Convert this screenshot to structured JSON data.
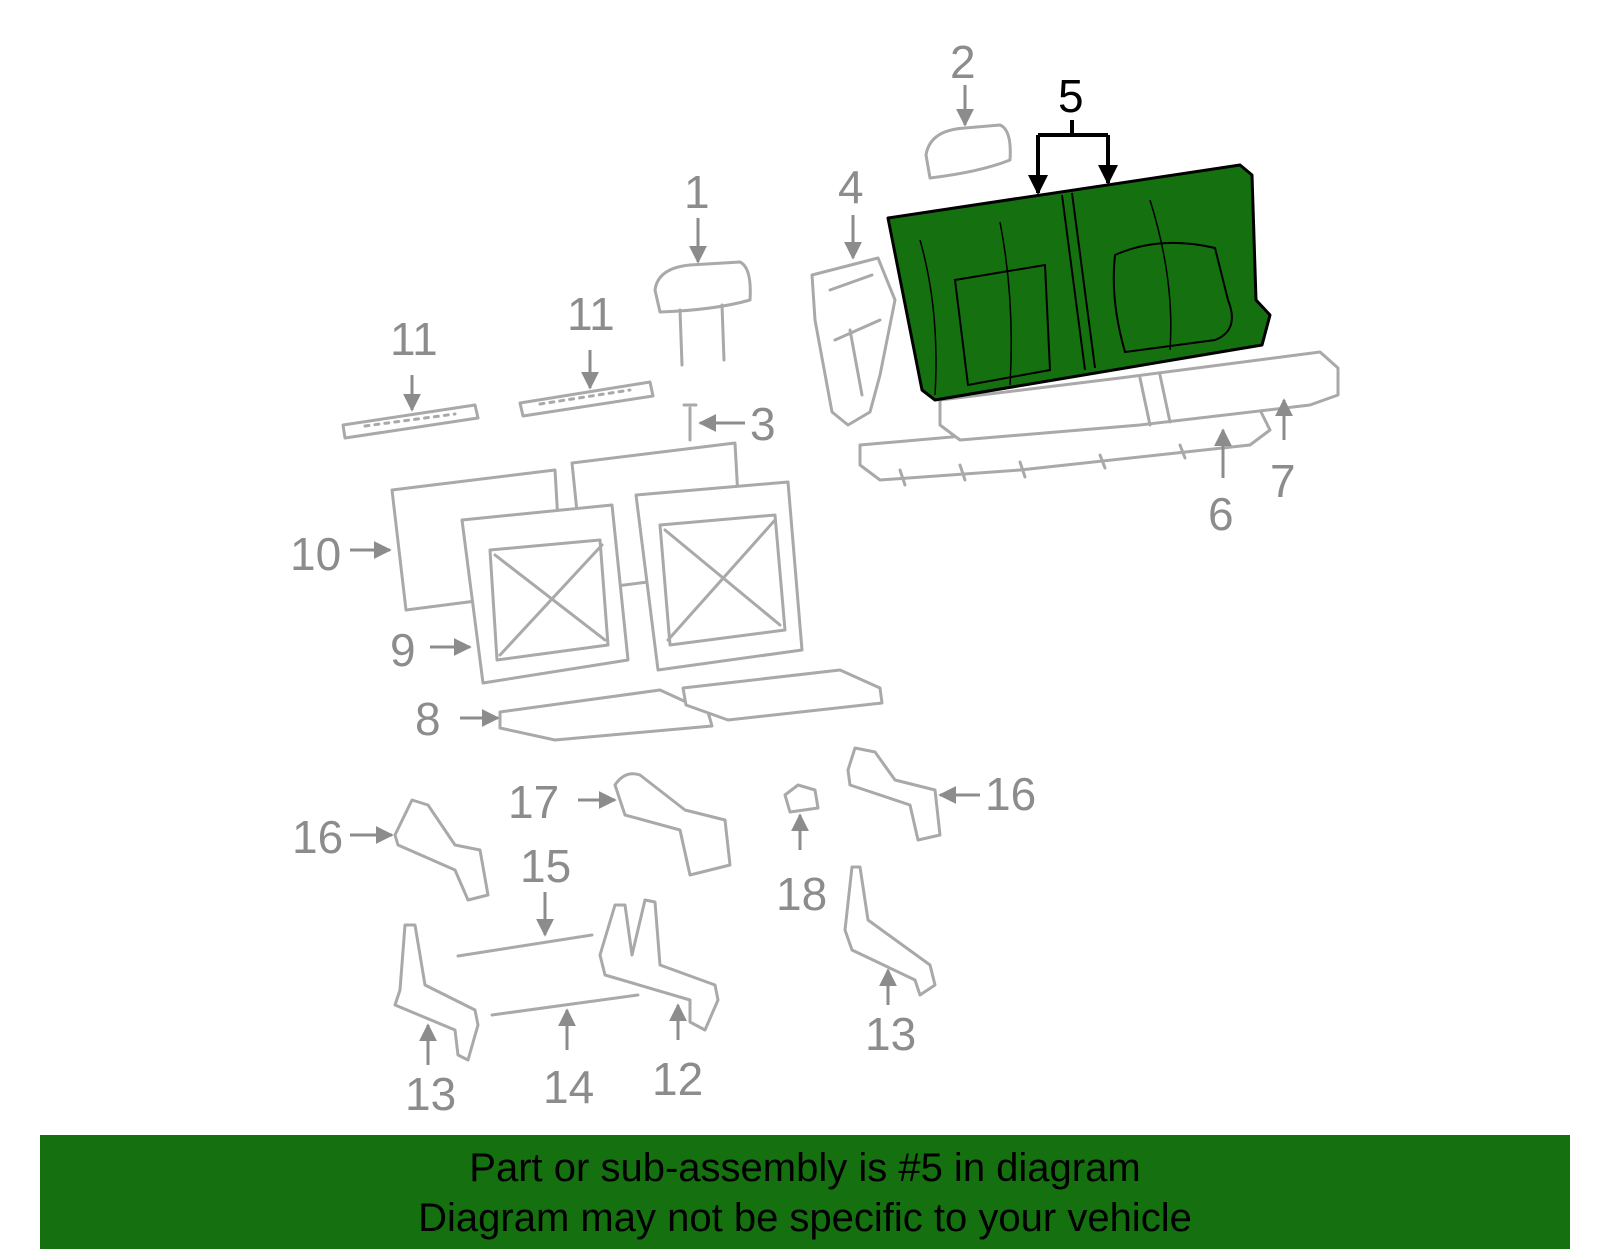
{
  "diagram": {
    "highlight_color": "#157010",
    "callouts": {
      "c1": "1",
      "c2": "2",
      "c3": "3",
      "c4": "4",
      "c5": "5",
      "c6": "6",
      "c7": "7",
      "c8": "8",
      "c9": "9",
      "c10": "10",
      "c11a": "11",
      "c11b": "11",
      "c12": "12",
      "c13a": "13",
      "c13b": "13",
      "c14": "14",
      "c15": "15",
      "c16a": "16",
      "c16b": "16",
      "c17": "17",
      "c18": "18"
    },
    "highlighted_part": "5"
  },
  "banner": {
    "line1": "Part or sub-assembly is #5 in diagram",
    "line2": "Diagram may not be specific to your vehicle",
    "background": "#157010"
  }
}
